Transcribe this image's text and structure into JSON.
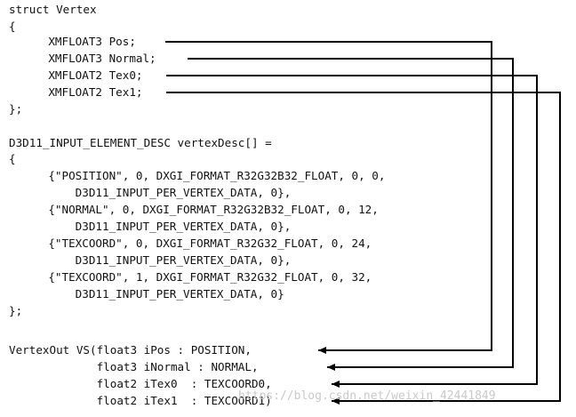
{
  "code": {
    "struct": [
      "struct Vertex",
      "{",
      "    XMFLOAT3 Pos;",
      "    XMFLOAT3 Normal;",
      "    XMFLOAT2 Tex0;",
      "    XMFLOAT2 Tex1;",
      "};"
    ],
    "layout": [
      "D3D11_INPUT_ELEMENT_DESC vertexDesc[] =",
      "{",
      "    {\"POSITION\", 0, DXGI_FORMAT_R32G32B32_FLOAT, 0, 0,",
      "        D3D11_INPUT_PER_VERTEX_DATA, 0},",
      "    {\"NORMAL\", 0, DXGI_FORMAT_R32G32B32_FLOAT, 0, 12,",
      "        D3D11_INPUT_PER_VERTEX_DATA, 0},",
      "    {\"TEXCOORD\", 0, DXGI_FORMAT_R32G32_FLOAT, 0, 24,",
      "        D3D11_INPUT_PER_VERTEX_DATA, 0},",
      "    {\"TEXCOORD\", 1, DXGI_FORMAT_R32G32_FLOAT, 0, 32,",
      "        D3D11_INPUT_PER_VERTEX_DATA, 0}",
      "};"
    ],
    "shader": [
      "VertexOut VS(float3 iPos : POSITION,",
      "             float3 iNormal : NORMAL,",
      "             float2 iTex0  : TEXCOORD0,",
      "             float2 iTex1  : TEXCOORD1)"
    ]
  },
  "watermark": "https://blog.csdn.net/weixin_42441849",
  "colors": {
    "text": "#111111",
    "connector": "#000000",
    "watermark": "#c9c9c9"
  }
}
